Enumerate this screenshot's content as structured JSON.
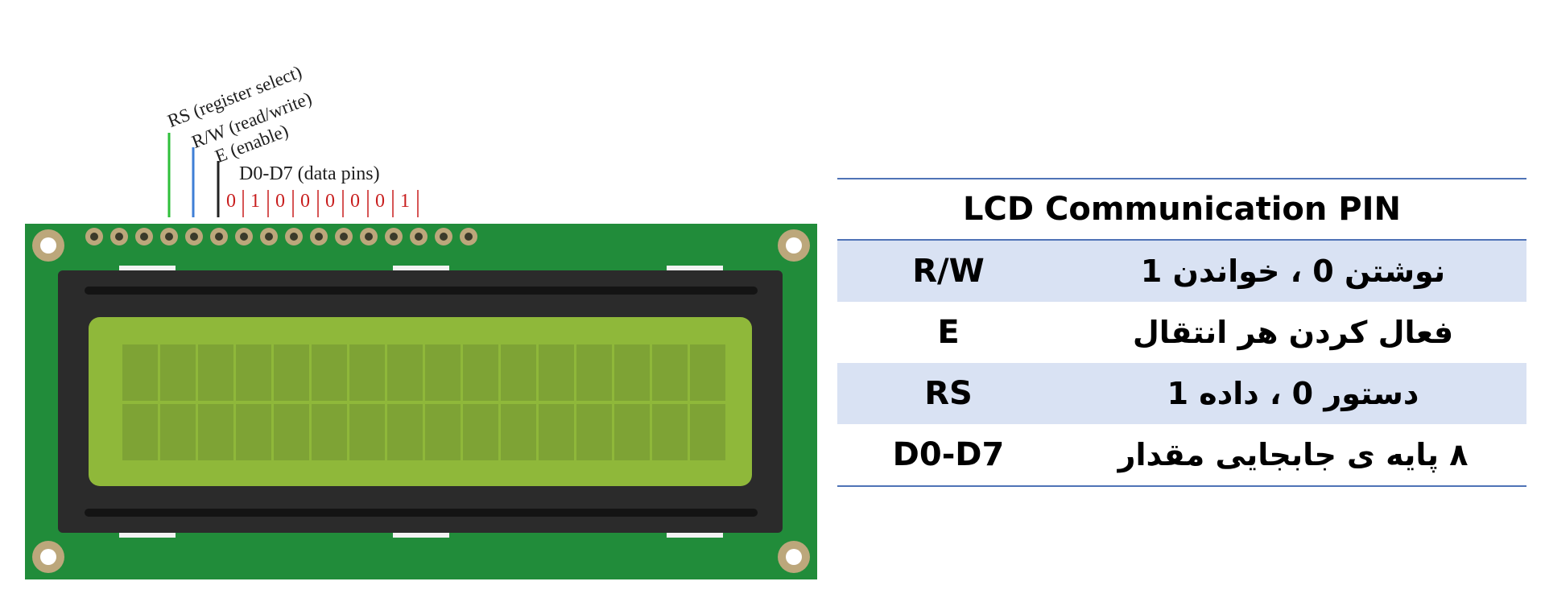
{
  "diagram": {
    "pin_labels": {
      "rs": "RS (register select)",
      "rw": "R/W (read/write)",
      "e": "E (enable)",
      "data": "D0-D7 (data pins)"
    },
    "data_bits": [
      "0",
      "1",
      "0",
      "0",
      "0",
      "0",
      "0",
      "1"
    ],
    "colors": {
      "board": "#218c3a",
      "bezel": "#2b2b2b",
      "screen": "#8fb83a",
      "screen_cell": "#7ea335",
      "pad": "#bca77b",
      "rs_line": "#2fbf3a",
      "rw_line": "#3f7fd6",
      "e_line": "#222222",
      "bits": "#c81e1e",
      "table_border": "#4f73b6",
      "table_shade": "#d9e2f3"
    },
    "screen_grid": {
      "columns": 16,
      "rows": 2
    },
    "header_pin_count": 16
  },
  "table": {
    "title": "LCD Communication PIN",
    "rows": [
      {
        "pin": "R/W",
        "description": "نوشتن 0 ، خواندن 1",
        "shaded": true
      },
      {
        "pin": "E",
        "description": "فعال کردن هر انتقال",
        "shaded": false
      },
      {
        "pin": "RS",
        "description": "دستور 0 ، داده 1",
        "shaded": true
      },
      {
        "pin": "D0-D7",
        "description": "۸ پایه ی جابجایی مقدار",
        "shaded": false
      }
    ]
  }
}
